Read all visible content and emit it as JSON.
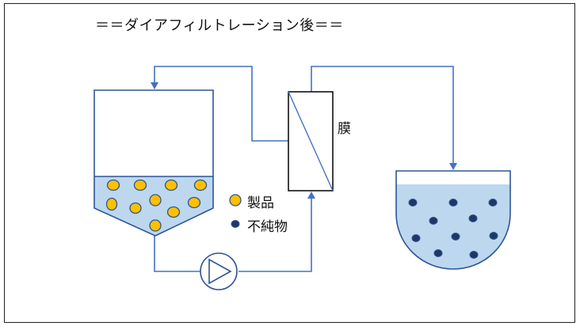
{
  "title": "＝＝ダイアフィルトレーション後＝＝",
  "labels": {
    "membrane": "膜",
    "product": "製品",
    "impurity": "不純物"
  },
  "colors": {
    "line": "#4472c4",
    "liquid": "#bdd7ee",
    "product_fill": "#ffc000",
    "product_stroke": "#2f5597",
    "impurity_fill": "#1f3864",
    "outline": "#2f5597"
  }
}
